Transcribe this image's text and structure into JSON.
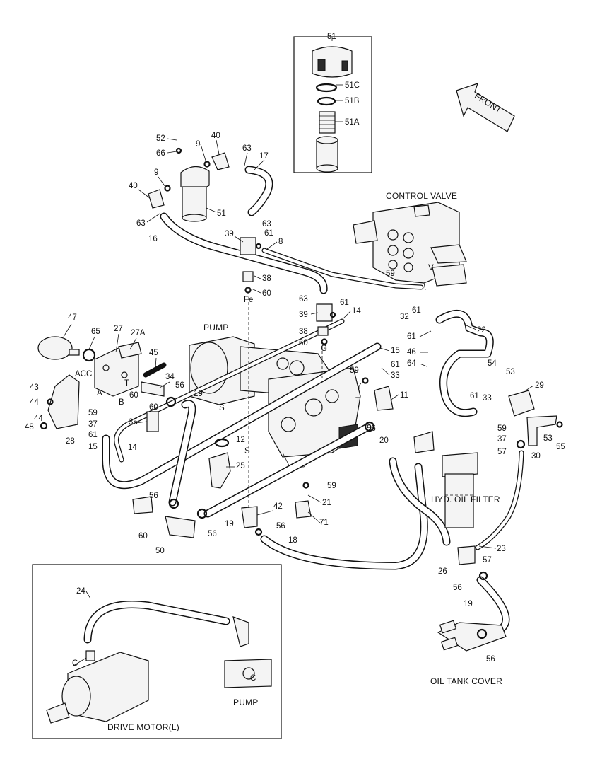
{
  "captions": {
    "control_valve": "CONTROL VALVE",
    "pump": "PUMP",
    "front": "FRONT",
    "hyd_oil_filter": "HYD. OIL FILTER",
    "oil_tank_cover": "OIL TANK COVER",
    "drive_motor": "DRIVE MOTOR(L)",
    "pump_inset": "PUMP"
  },
  "port_labels": {
    "acc": "ACC",
    "a": "A",
    "b": "B",
    "t": "T",
    "fe": "Fe",
    "g": "G",
    "s1": "S",
    "s2": "S",
    "y": "Y",
    "t2": "T",
    "v": "V",
    "c_motor": "C",
    "c_pump": "C"
  },
  "part_numbers": {
    "p51_top": "51",
    "p51c": "51C",
    "p51b": "51B",
    "p51a": "51A",
    "p52": "52",
    "p66": "66",
    "p9a": "9",
    "p40a": "40",
    "p63a": "63",
    "p17": "17",
    "p9b": "9",
    "p40b": "40",
    "p51": "51",
    "p63b": "63",
    "p16": "16",
    "p39a": "39",
    "p63c": "63",
    "p61a": "61",
    "p8": "8",
    "p38a": "38",
    "p60a": "60",
    "p59a": "59",
    "p32": "32",
    "p61b": "61",
    "p63d": "63",
    "p61c": "61",
    "p14a": "14",
    "p39b": "39",
    "p38b": "38",
    "p60b": "60",
    "p15a": "15",
    "p61d": "61",
    "p33a": "33",
    "p59b": "59",
    "p11": "11",
    "p56a": "56",
    "p61e": "61",
    "p46": "46",
    "p64": "64",
    "p22": "22",
    "p54": "54",
    "p53a": "53",
    "p29": "29",
    "p61f": "61",
    "p33b": "33",
    "p59c": "59",
    "p37a": "37",
    "p57a": "57",
    "p53b": "53",
    "p55": "55",
    "p30": "30",
    "p47": "47",
    "p65": "65",
    "p27": "27",
    "p27a": "27A",
    "p45": "45",
    "p34": "34",
    "p60c": "60",
    "p35": "35",
    "p56b": "56",
    "p19a": "19",
    "p43": "43",
    "p44a": "44",
    "p44b": "44",
    "p48": "48",
    "p28": "28",
    "p59d": "59",
    "p37b": "37",
    "p61g": "61",
    "p15b": "15",
    "p14b": "14",
    "p12": "12",
    "p25": "25",
    "p56c": "56",
    "p60d": "60",
    "p50": "50",
    "p56d": "56",
    "p19b": "19",
    "p42": "42",
    "p56e": "56",
    "p18": "18",
    "p59e": "59",
    "p21": "21",
    "p71": "71",
    "p20": "20",
    "p23": "23",
    "p57b": "57",
    "p26": "26",
    "p56f": "56",
    "p19c": "19",
    "p56g": "56",
    "p24": "24"
  },
  "colors": {
    "line": "#111111",
    "fill": "#f4f4f4",
    "background": "#ffffff"
  }
}
